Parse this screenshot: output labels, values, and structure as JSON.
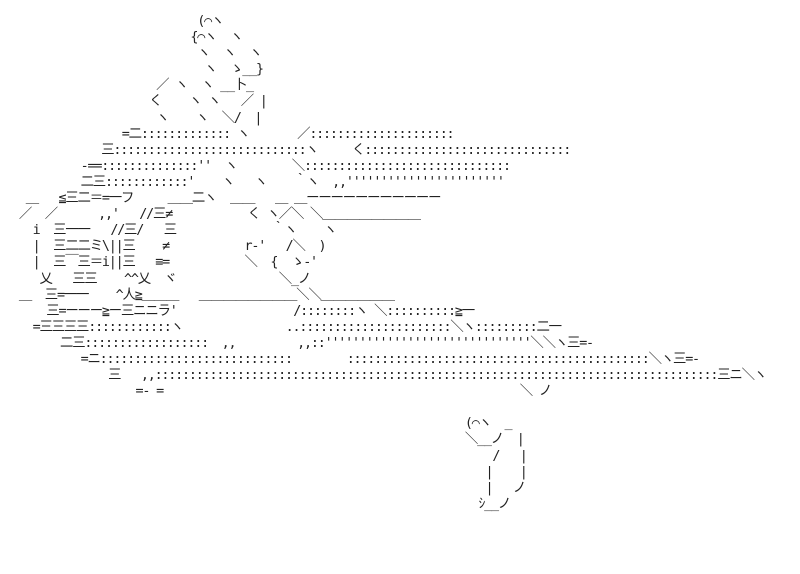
{
  "colors": {
    "background": "#ffffff",
    "ink": "#222222"
  },
  "art": {
    "lines": [
      "                           (⌒ヽ",
      "                          {⌒ヽ  ヽ",
      "                           ヽ  ヽ  ヽ",
      "                            ヽ  ゝ__}",
      "                     ／ ヽ  ヽ __卜_",
      "                    く    ヽ ヽ   ／ |",
      "                     ヽ    ヽ  ＼/  |",
      "                =二::::::::::::: ヽ       ／:::::::::::::::::::::",
      "             三::::::::::::::::::::::::::::ヽ     く::::::::::::::::::::::::::::::",
      "          -==::::::::::::::''  ヽ        ＼::::::::::::::::::::::::::::::",
      "          二三::::::::::::'    ヽ   ヽ    ｀ヽ  ,,'''''''''''''''''''''''",
      "  ＿   ≦三二＝=一フ     ＿＿二ヽ  ＿＿   ＿ ＿ーーーーーーーーーーー",
      " ／  ／      ,,'   //三≠           く ヽ／＼ ＼＿＿＿＿＿＿＿＿",
      "   i  三一一   //三/   三              ｀ヽ    ヽ",
      "   |  三二二ミ\\||三    ≠           r-'   /＼  )",
      "   |  三￣三＝i||三   ≡=           ＼  {  ゝ-'",
      "    乂   三三    ^^乂  ヾ               ＼_ノ",
      " ＿  三=一一    ^人≧＿＿＿   ＿＿＿＿＿＿＿＿＼＼＿＿＿＿＿＿",
      "     三=ーーー≧ー三ニニラ'                 /::::::::ヽ ＼::::::::::≧一",
      "   =三三三三::::::::::::ヽ               ..::::::::::::::::::::::＼ヽ:::::::::二一",
      "       二三::::::::::::::::::  ,,         ,,::''''''''''''''''''''''''''''''＼＼ヽ三=-",
      "          =ニ::::::::::::::::::::::::::::        ::::::::::::::::::::::::::::::::::::::::::::＼ヽ三=-",
      "              三   ,,::::::::::::::::::::::::::::::::::::::::::::::::::::::::::::::::::::::::::::::::::三ニ＼ヽ",
      "                  =- =                                                    ＼ ノ",
      "",
      "                                                                  (⌒ヽ  _",
      "                                                                  ＼__ノ  |",
      "                                                                      /   |",
      "                                                                     |    |",
      "                                                                     |   ノ",
      "                                                                    ｼ__ノ"
    ]
  }
}
